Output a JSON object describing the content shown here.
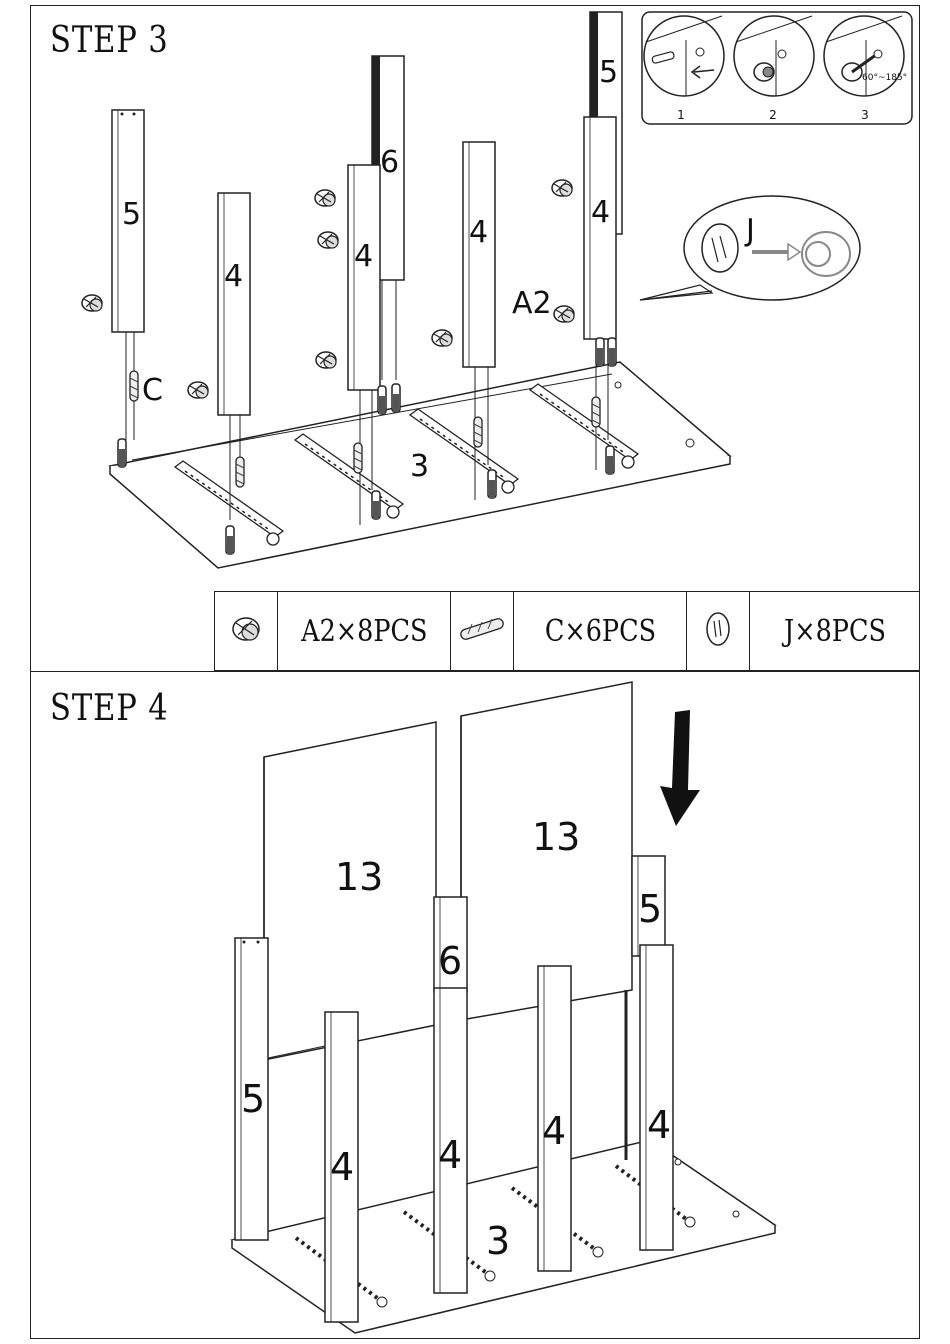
{
  "step3": {
    "title": "STEP 3",
    "labels": {
      "panel_5_left": "5",
      "panel_4_a": "4",
      "panel_6": "6",
      "panel_4_b": "4",
      "panel_4_c": "4",
      "panel_5_right": "5",
      "panel_4_d": "4",
      "base_3": "3",
      "part_c": "C",
      "part_a2": "A2",
      "part_j": "J"
    },
    "detail": {
      "step1": "1",
      "step2": "2",
      "step3": "3",
      "angle": "60°~185°"
    }
  },
  "parts": [
    {
      "icon": "cam-lock-icon",
      "label": "A2×8PCS"
    },
    {
      "icon": "wooden-dowel-icon",
      "label": "C×6PCS"
    },
    {
      "icon": "cover-cap-icon",
      "label": "J×8PCS"
    }
  ],
  "step4": {
    "title": "STEP 4",
    "labels": {
      "back_13_left": "13",
      "back_13_right": "13",
      "panel_6": "6",
      "panel_5_right": "5",
      "panel_5_left": "5",
      "panel_4_a": "4",
      "panel_4_b": "4",
      "panel_4_c": "4",
      "panel_4_d": "4",
      "base_3": "3"
    }
  }
}
